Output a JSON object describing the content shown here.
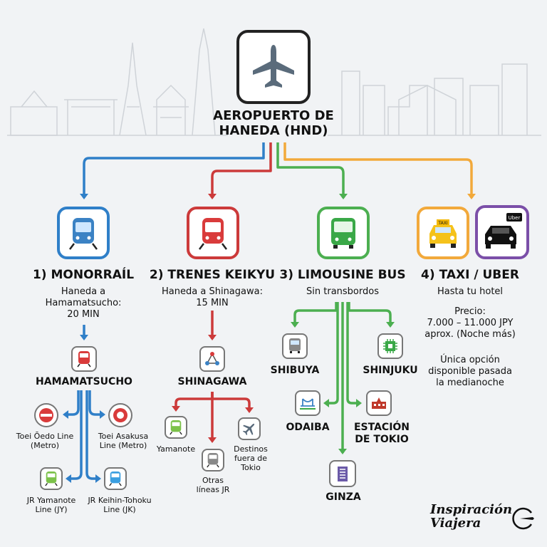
{
  "airport": {
    "name": "AEROPUERTO DE\nHANEDA (HND)",
    "icon": "airplane-icon"
  },
  "colors": {
    "monorail": "#2f7fc8",
    "keikyu": "#cc3a3a",
    "bus": "#4caf50",
    "taxi": "#f2a93b",
    "uber": "#7b4fa8"
  },
  "options": [
    {
      "title": "1) MONORRAÍL",
      "desc": "Haneda a\nHamamatsucho:\n20 MIN",
      "icon": "monorail-train-icon"
    },
    {
      "title": "2) TRENES KEIKYU",
      "desc": "Haneda a Shinagawa:\n15 MIN",
      "icon": "keikyu-train-icon"
    },
    {
      "title": "3) LIMOUSINE BUS",
      "desc": "Sin transbordos",
      "icon": "bus-icon"
    },
    {
      "title": "4) TAXI / UBER",
      "desc": "Hasta tu hotel",
      "icon": "taxi-icon"
    }
  ],
  "uber": {
    "badge": "Uber",
    "icon": "uber-car-icon"
  },
  "taxi_badge": "TAXI",
  "monorail": {
    "hub": "HAMAMATSUCHO",
    "lines": [
      "Toei Ōedo Line\n(Metro)",
      "Toei Asakusa\nLine (Metro)",
      "JR Yamanote\nLine (JY)",
      "JR Keihin-Tohoku\nLine (JK)"
    ]
  },
  "keikyu": {
    "hub": "SHINAGAWA",
    "lines": [
      "Yamanote",
      "Otras\nlíneas JR",
      "Destinos\nfuera de\nTokio"
    ]
  },
  "bus": {
    "destinations": [
      "SHIBUYA",
      "SHINJUKU",
      "ODAIBA",
      "ESTACIÓN\nDE TOKIO",
      "GINZA"
    ]
  },
  "taxi": {
    "price": "Precio:\n7.000 – 11.000 JPY\naprox. (Noche más)",
    "note": "Única opción\ndisponible pasada\nla medianoche"
  },
  "brand": "Inspiración\nViajera"
}
